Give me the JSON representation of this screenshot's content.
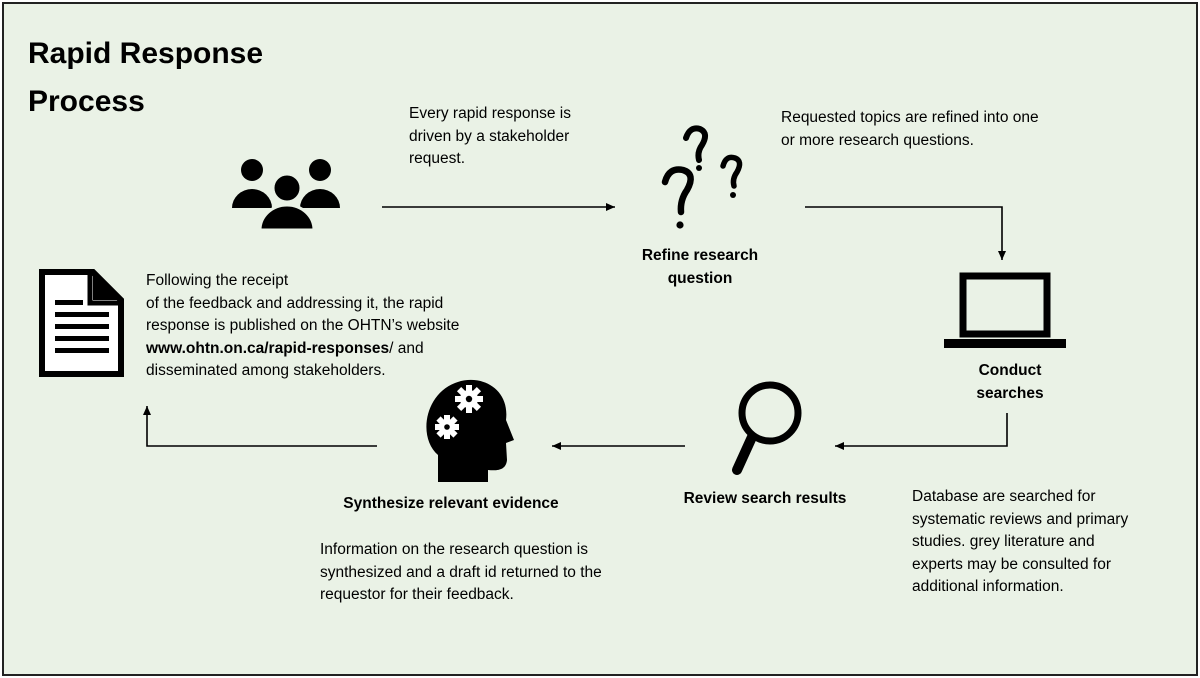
{
  "title": [
    "Rapid Response",
    "Process"
  ],
  "steps": {
    "request": {
      "icon": "people-group-icon",
      "desc": [
        "Every rapid response is",
        "driven by a stakeholder",
        "request."
      ]
    },
    "refine": {
      "icon": "question-marks-icon",
      "label": [
        "Refine research",
        "question"
      ],
      "desc": [
        "Requested topics are refined into one",
        "or more research questions."
      ]
    },
    "conduct": {
      "icon": "laptop-icon",
      "label": [
        "Conduct",
        "searches"
      ],
      "desc": [
        "Database are searched for",
        "systematic reviews and primary",
        "studies. grey literature and",
        "experts may be consulted for",
        "additional information."
      ]
    },
    "review": {
      "icon": "magnifier-icon",
      "label": [
        "Review search results"
      ]
    },
    "synthesize": {
      "icon": "head-gears-icon",
      "label": [
        "Synthesize relevant evidence"
      ],
      "desc": [
        "Information on the research question is",
        "synthesized and a draft id returned to the",
        "requestor for their feedback."
      ]
    },
    "publish": {
      "icon": "document-icon",
      "desc_lines": [
        "Following the receipt",
        "of the feedback and addressing it, the rapid",
        "response is published on the OHTN’s website"
      ],
      "link_text": "www.ohtn.on.ca/rapid-responses",
      "link_suffix": "/ and",
      "desc_last": "disseminated among stakeholders."
    }
  },
  "colors": {
    "background": "#eaf2e6",
    "border": "#222222",
    "ink": "#000000"
  }
}
